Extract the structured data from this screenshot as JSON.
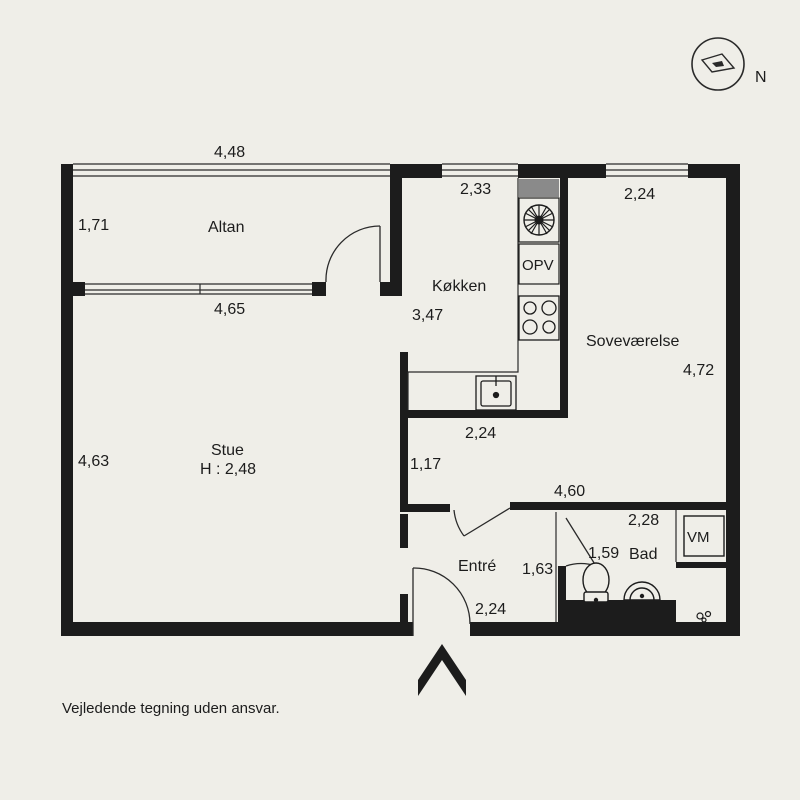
{
  "north_label": "N",
  "rooms": {
    "altan": "Altan",
    "kokken": "Køkken",
    "sovevaerelse": "Soveværelse",
    "stue": "Stue",
    "stue_height": "H : 2,48",
    "entre": "Entré",
    "bad": "Bad"
  },
  "appliances": {
    "opv": "OPV",
    "vm": "VM"
  },
  "dimensions": {
    "altan_width_top": "4,48",
    "altan_depth": "1,71",
    "altan_width_bottom": "4,65",
    "kokken_width": "2,33",
    "kokken_depth": "3,47",
    "sove_width_top": "2,24",
    "sove_depth": "4,72",
    "hall_width": "2,24",
    "hall_depth": "1,17",
    "hall_length": "4,60",
    "stue_depth": "4,63",
    "bad_width": "2,28",
    "bad_depth": "1,59",
    "entre_depth": "1,63",
    "entre_width": "2,24"
  },
  "disclaimer": "Vejledende tegning uden ansvar.",
  "colors": {
    "background": "#efeee8",
    "wall": "#1c1c1c",
    "line": "#2a2a2a",
    "hood": "#8a8a8a"
  }
}
